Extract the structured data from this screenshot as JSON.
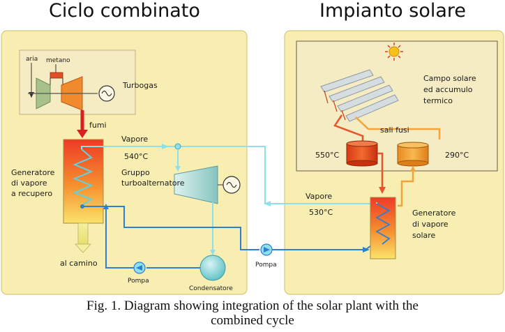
{
  "titles": {
    "left": "Ciclo combinato",
    "right": "Impianto solare"
  },
  "labels": {
    "aria": "aria",
    "metano": "metano",
    "turbogas": "Turbogas",
    "fumi": "fumi",
    "vapore_left": "Vapore",
    "temp_540": "540°C",
    "gruppo_1": "Gruppo",
    "gruppo_2": "turboalternatore",
    "gen_rec_1": "Generatore",
    "gen_rec_2": "di vapore",
    "gen_rec_3": "a recupero",
    "camino": "al camino",
    "pompa_left": "Pompa",
    "condensatore": "Condensatore",
    "pompa_mid": "Pompa",
    "campo_1": "Campo solare",
    "campo_2": "ed accumulo",
    "campo_3": "termico",
    "sali_fusi": "sali fusi",
    "temp_550": "550°C",
    "temp_290": "290°C",
    "vapore_right": "Vapore",
    "temp_530": "530°C",
    "gen_sol_1": "Generatore",
    "gen_sol_2": "di vapore",
    "gen_sol_3": "solare"
  },
  "caption": {
    "line1": "Fig. 1. Diagram showing integration of the solar plant with the",
    "line2": "combined cycle"
  },
  "colors": {
    "panel": "#f8eeb2",
    "panel_border": "#d8c87a",
    "steam": "#8ee0ea",
    "water": "#2f7fd0",
    "salt_hot": "#e8552a",
    "salt_cold": "#f3a33a",
    "flue": "#d92020",
    "turbine": "#9fd0cc",
    "compressor": "#a8c08a"
  }
}
